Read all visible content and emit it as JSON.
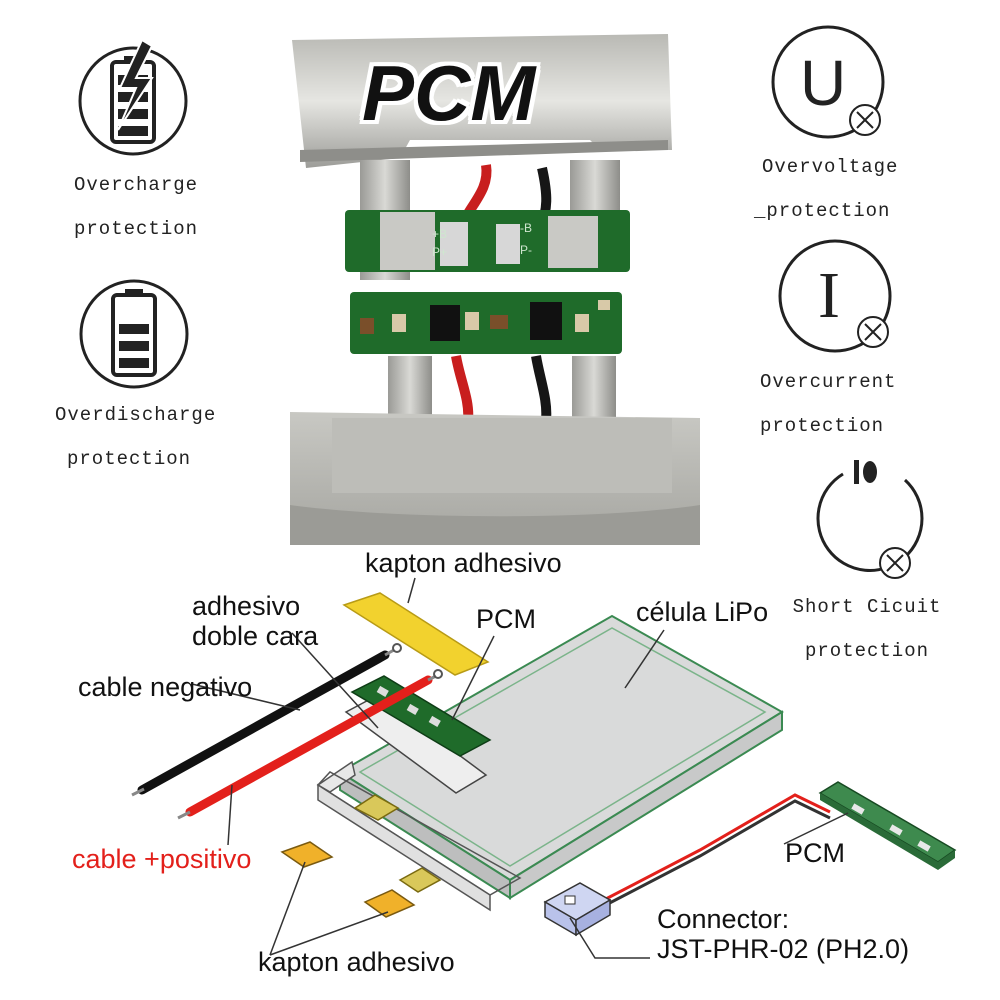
{
  "photo": {
    "title": "PCM"
  },
  "features": {
    "overcharge": [
      "Overcharge",
      "protection"
    ],
    "overdischarge": [
      "Overdischarge",
      "protection"
    ],
    "overvoltage": [
      "Overvoltage",
      "_protection"
    ],
    "overcurrent": [
      "Overcurrent",
      "protection"
    ],
    "short_circuit": [
      "Short Cicuit",
      "protection"
    ]
  },
  "icons": {
    "overvoltage_letter": "U",
    "overcurrent_letter": "I"
  },
  "diagram": {
    "kapton_top": "kapton adhesivo",
    "double_tape": [
      "adhesivo",
      "doble cara"
    ],
    "pcm_small": "PCM",
    "cell": "célula LiPo",
    "neg_cable": "cable negativo",
    "pos_cable": "cable +positivo",
    "pcm_board": "PCM",
    "connector": [
      "Connector:",
      "JST-PHR-02 (PH2.0)"
    ],
    "kapton_bottom": "kapton adhesivo"
  },
  "colors": {
    "positive_red": "#e3201b",
    "pcb_green": "#1f6b2a",
    "kapton": "#f2d22e"
  }
}
